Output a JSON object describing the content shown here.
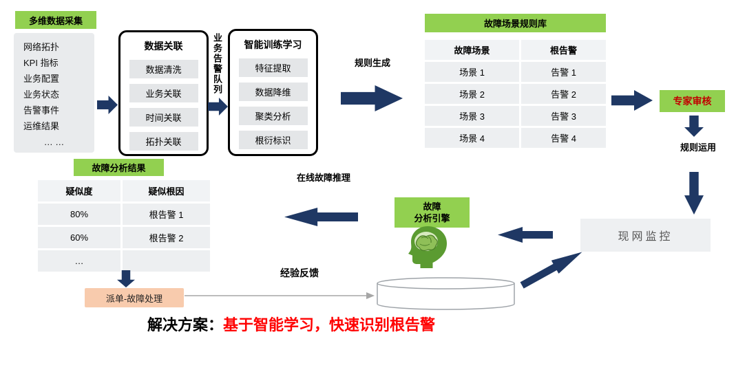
{
  "colors": {
    "accent_green": "#92d050",
    "arrow_navy": "#1f3864",
    "dispatch_peach": "#f8cbad",
    "highlight_red": "#ff0000",
    "table_gray": "#edeff1"
  },
  "collection": {
    "title": "多维数据采集",
    "items": [
      "网络拓扑",
      "KPI 指标",
      "业务配置",
      "业务状态",
      "告警事件",
      "运维结果",
      "… …"
    ]
  },
  "correlation": {
    "title": "数据关联",
    "items": [
      "数据清洗",
      "业务关联",
      "时间关联",
      "拓扑关联"
    ]
  },
  "queue_label": "业务告警队列",
  "training": {
    "title": "智能训练学习",
    "items": [
      "特征提取",
      "数据降维",
      "聚类分析",
      "根衍标识"
    ]
  },
  "labels": {
    "rule_generation": "规则生成",
    "rule_apply": "规则运用",
    "online_inference": "在线故障推理",
    "feedback": "经验反馈"
  },
  "rule_library": {
    "title": "故障场景规则库",
    "columns": [
      "故障场景",
      "根告警"
    ],
    "rows": [
      [
        "场景 1",
        "告警 1"
      ],
      [
        "场景 2",
        "告警 2"
      ],
      [
        "场景 3",
        "告警 3"
      ],
      [
        "场景 4",
        "告警 4"
      ]
    ]
  },
  "expert_review": {
    "label": "专家审核"
  },
  "monitoring": {
    "label": "现网监控"
  },
  "engine": {
    "line1": "故障",
    "line2": "分析引擎"
  },
  "results": {
    "title": "故障分析结果",
    "columns": [
      "疑似度",
      "疑似根因"
    ],
    "rows": [
      [
        "80%",
        "根告警 1"
      ],
      [
        "60%",
        "根告警 2"
      ],
      [
        "…",
        ""
      ]
    ]
  },
  "dispatch": {
    "label": "派单-故障处理"
  },
  "solution": {
    "prefix": "解决方案：",
    "highlight": "基于智能学习，快速识别根告警"
  },
  "icons": {
    "engine_icon": "brain-head-icon",
    "knowledge_base_icon": "database-cylinder-icon"
  }
}
